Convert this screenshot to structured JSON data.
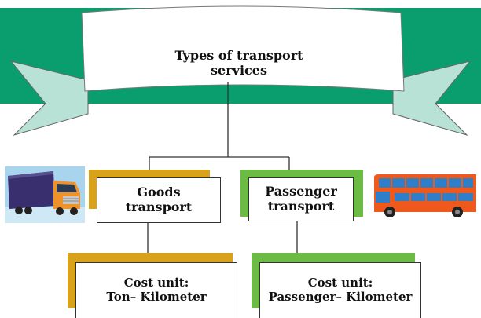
{
  "title": {
    "line1": "Types of transport",
    "line2": "services"
  },
  "nodes": {
    "goods": {
      "line1": "Goods",
      "line2": "transport"
    },
    "passenger": {
      "line1": "Passenger",
      "line2": "transport"
    }
  },
  "cost_units": {
    "goods": {
      "line1": "Cost unit:",
      "line2": "Ton– Kilometer"
    },
    "passenger": {
      "line1": "Cost unit:",
      "line2": "Passenger– Kilometer"
    }
  },
  "colors": {
    "banner_green": "#0a9e6e",
    "ribbon_light": "#b9e2d6",
    "goods_accent": "#d8a21a",
    "passenger_accent": "#6cbb45",
    "connector": "#333333"
  },
  "icons": [
    "truck-icon",
    "bus-icon"
  ]
}
